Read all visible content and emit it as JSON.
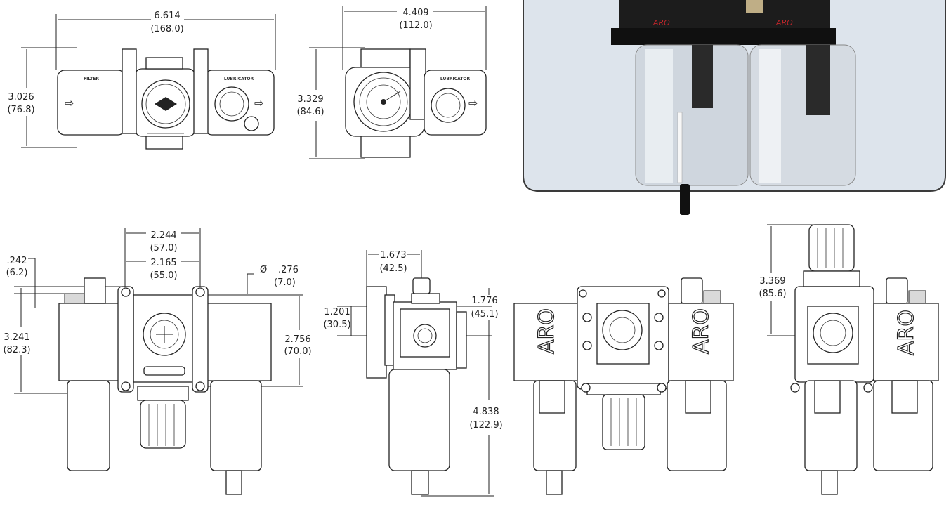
{
  "dimensions": {
    "top_front_width": {
      "in": "6.614",
      "mm": "(168.0)"
    },
    "top_front_height": {
      "in": "3.026",
      "mm": "(76.8)"
    },
    "top_side_width": {
      "in": "4.409",
      "mm": "(112.0)"
    },
    "top_side_height": {
      "in": "3.329",
      "mm": "(84.6)"
    },
    "bracket_outer": {
      "in": "2.244",
      "mm": "(57.0)"
    },
    "bracket_inner": {
      "in": "2.165",
      "mm": "(55.0)"
    },
    "hole_dia": {
      "symbol": "Ø",
      "in": ".276",
      "mm": "(7.0)"
    },
    "offset_small": {
      "in": ".242",
      "mm": "(6.2)"
    },
    "body_height": {
      "in": "3.241",
      "mm": "(82.3)"
    },
    "bracket_height": {
      "in": "2.756",
      "mm": "(70.0)"
    },
    "side_depth": {
      "in": "1.673",
      "mm": "(42.5)"
    },
    "port_center": {
      "in": "1.201",
      "mm": "(30.5)"
    },
    "gauge_height": {
      "in": "1.776",
      "mm": "(45.1)"
    },
    "bowl_length": {
      "in": "4.838",
      "mm": "(122.9)"
    },
    "knob_height": {
      "in": "3.369",
      "mm": "(85.6)"
    }
  },
  "labels": {
    "filter": "FILTER",
    "lubricator": "LUBRICATOR",
    "brand": "ARO",
    "photo_logo": "ARO",
    "arrow": "⇨"
  },
  "colors": {
    "photo_bg": "#dde4ec",
    "photo_frame": "#3a3a3a",
    "photo_head": "#1c1c1c",
    "photo_accent": "#c0262b"
  }
}
